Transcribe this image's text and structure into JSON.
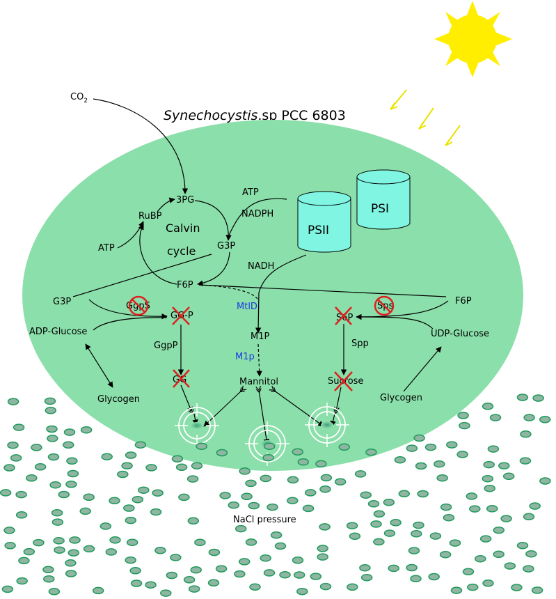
{
  "title": {
    "organism": "Synechocystis",
    "rest": ".sp PCC 6803"
  },
  "co2": {
    "main": "CO",
    "sub": "2"
  },
  "calvin": {
    "line1": "Calvin",
    "line2": "cycle"
  },
  "labels": {
    "pg3": "3PG",
    "rubp": "RuBP",
    "atp_left": "ATP",
    "g3p_cycle": "G3P",
    "f6p_cycle": "F6P",
    "atp_top": "ATP",
    "nadph": "NADPH",
    "nadh": "NADH",
    "g3p_left": "G3P",
    "ggps": "GgpS",
    "gg_p": "GG-P",
    "adp_glucose": "ADP-Glucose",
    "ggpp": "GgpP",
    "gg": "GG",
    "glycogen_left": "Glycogen",
    "mtld": "MtlD",
    "m1p": "M1P",
    "m1p_enzyme": "M1p",
    "mannitol": "Mannitol",
    "f6p_right": "F6P",
    "sps": "Sps",
    "s6p": "S6P",
    "spp": "Spp",
    "udp_glucose": "UDP-Glucose",
    "sucrose": "Sucrose",
    "glycogen_right": "Glycogen",
    "nacl": "NaCl pressure"
  },
  "photosystems": {
    "psii": "PSII",
    "psi": "PSI"
  },
  "colors": {
    "cell": "#8bdfaa",
    "cylinder": "#7ff5e2",
    "sun": "#ffee00",
    "inhibit": "#e02020",
    "enzyme_blue": "#1a3adf",
    "particle_fill": "#8fb5a3",
    "particle_edge": "#1f9a5a"
  }
}
